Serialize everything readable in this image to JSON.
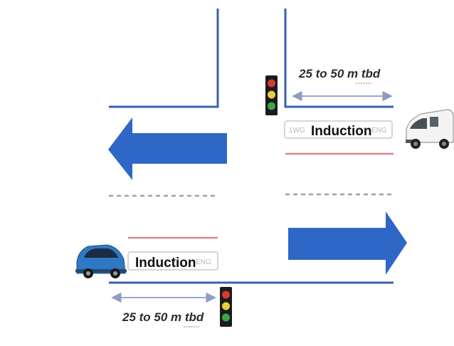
{
  "colors": {
    "road_blue": "#3a5fae",
    "arrow_blue": "#2f67c6",
    "center_gray": "#9aa3ae",
    "stop_line_red": "#d7888a",
    "measure_gray": "#8d9cc0",
    "signal_red": "#d63a2c",
    "signal_yellow": "#e8cf3a",
    "signal_green": "#3da64a",
    "car_blue": "#2f78c4",
    "van_white": "#f4f4f4"
  },
  "upper_right": {
    "distance_label": "25 to 50 m tbd",
    "induction_label": "Induction",
    "faint_left": "1WG",
    "faint_right": "ENG",
    "signal_icon": "traffic-light-icon",
    "vehicle_icon": "van-icon"
  },
  "lower_left": {
    "distance_label": "25 to 50 m tbd",
    "induction_label": "Induction",
    "faint_right": "ENG",
    "signal_icon": "traffic-light-icon",
    "vehicle_icon": "car-icon"
  },
  "arrows": {
    "westbound_icon": "arrow-left-icon",
    "eastbound_icon": "arrow-right-icon"
  }
}
